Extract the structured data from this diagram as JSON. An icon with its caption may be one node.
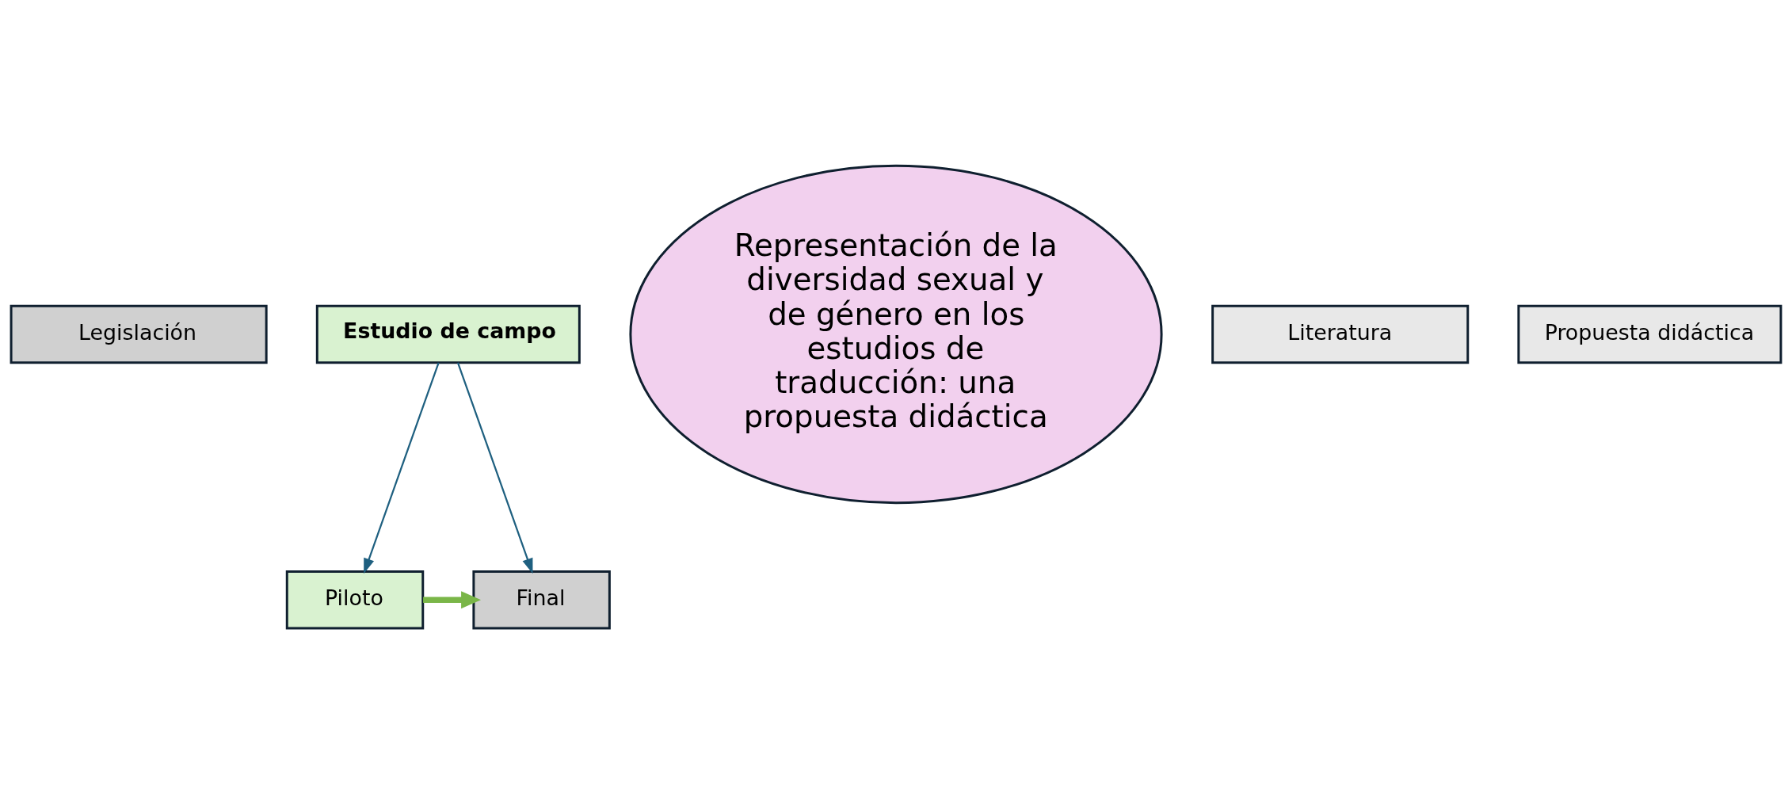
{
  "diagram": {
    "nodes": [
      {
        "text": [
          "Legislación"
        ]
      },
      {
        "text": [
          "Representación de la diversidad sexual y de género en los estudios de traducción: una propuesta didáctica"
        ]
      },
      {
        "text": [
          "Literatura"
        ]
      },
      {
        "text": [
          "Estudio de campo"
        ]
      },
      {
        "text": [
          "Propuesta didáctica"
        ]
      },
      {
        "text": [
          "Piloto"
        ]
      },
      {
        "text": [
          "Final"
        ]
      }
    ],
    "edges": [
      {
        "from": 3,
        "to": 5,
        "arrow": "to"
      },
      {
        "from": 3,
        "to": 6,
        "arrow": "to"
      },
      {
        "from": 5,
        "to": 6,
        "arrow": "to",
        "style": "thick",
        "color": "#7ab648"
      }
    ]
  }
}
